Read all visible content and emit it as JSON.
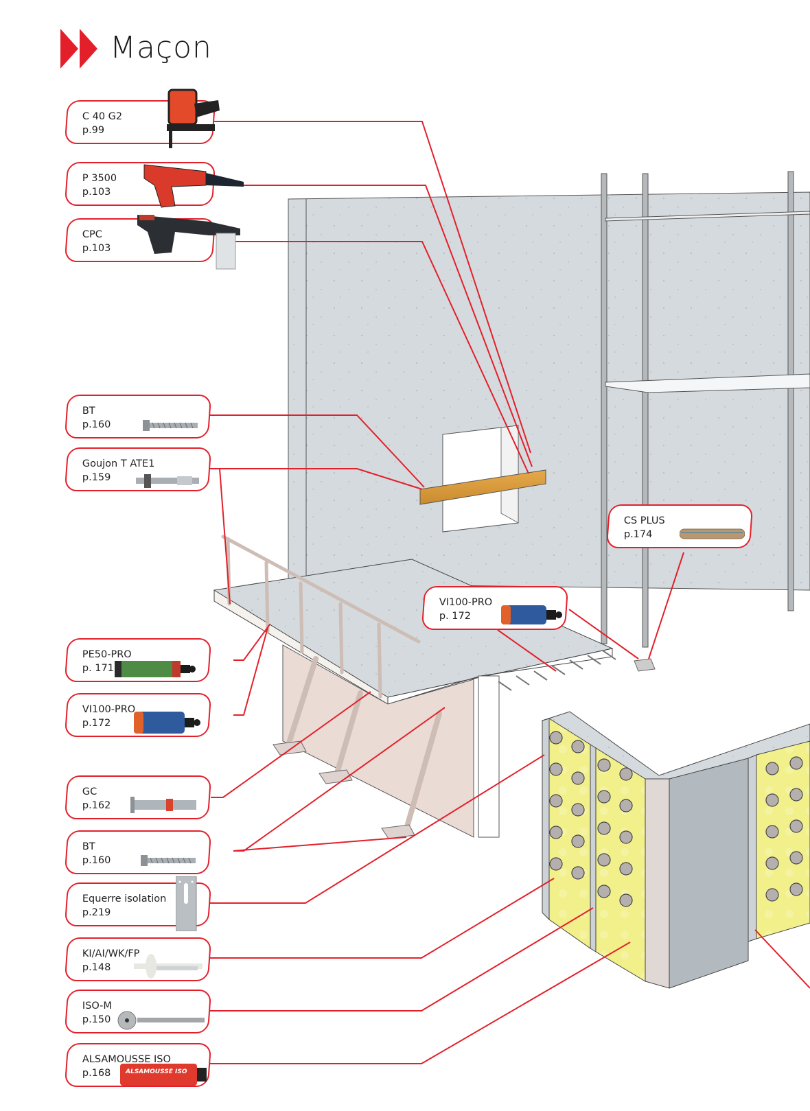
{
  "page": {
    "title": "Maçon",
    "accent_color": "#e3202a"
  },
  "callouts": [
    {
      "id": "c40g2",
      "name": "C 40 G2",
      "page": "p.99",
      "product_icon": "gas-nailer-icon"
    },
    {
      "id": "p3500",
      "name": "P 3500",
      "page": "p.103",
      "product_icon": "powder-actuated-tool-icon"
    },
    {
      "id": "cpc",
      "name": "CPC",
      "page": "p.103",
      "product_icon": "powder-actuated-tool-magazine-icon"
    },
    {
      "id": "bt1",
      "name": "BT",
      "page": "p.160",
      "product_icon": "concrete-screw-icon"
    },
    {
      "id": "goujon",
      "name": "Goujon T ATE1",
      "page": "p.159",
      "product_icon": "wedge-anchor-icon"
    },
    {
      "id": "cs-plus",
      "name": "CS PLUS",
      "page": "p.174",
      "product_icon": "chemical-capsule-icon"
    },
    {
      "id": "vi100-top",
      "name": "VI100-PRO",
      "page": "p. 172",
      "product_icon": "chemical-cartridge-icon"
    },
    {
      "id": "pe50",
      "name": "PE50-PRO",
      "page": "p. 171",
      "product_icon": "chemical-cartridge-green-icon"
    },
    {
      "id": "vi100-left",
      "name": "VI100-PRO",
      "page": "p.172",
      "product_icon": "chemical-cartridge-icon"
    },
    {
      "id": "gc",
      "name": "GC",
      "page": "p.162",
      "product_icon": "sleeve-anchor-icon"
    },
    {
      "id": "bt2",
      "name": "BT",
      "page": "p.160",
      "product_icon": "concrete-screw-icon"
    },
    {
      "id": "equerre",
      "name": "Equerre isolation",
      "page": "p.219",
      "product_icon": "insulation-bracket-icon"
    },
    {
      "id": "ki",
      "name": "KI/AI/WK/FP",
      "page": "p.148",
      "product_icon": "insulation-plug-icon"
    },
    {
      "id": "iso-m",
      "name": "ISO-M",
      "page": "p.150",
      "product_icon": "insulation-fixing-icon"
    },
    {
      "id": "alsamousse",
      "name": "ALSAMOUSSE ISO",
      "page": "p.168",
      "product_icon": "foam-can-icon",
      "can_label": "ALSAMOUSSE ISO"
    }
  ]
}
